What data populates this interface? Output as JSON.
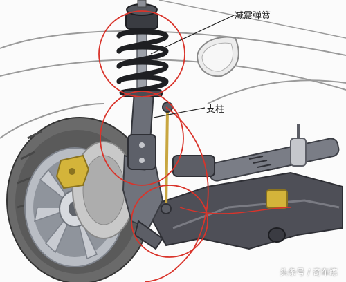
{
  "labels": {
    "spring_damper": "减震弹簧",
    "strut": "支柱"
  },
  "watermark": "头条号 / 奇车练",
  "colors": {
    "highlight": "#d9342b",
    "callout_line": "#222222",
    "body_outline": "#9a9a9a",
    "tire": "#6a6a6a",
    "rim": "#b9bdc4",
    "disc": "#c9c9c9",
    "caliper": "#d4b43a",
    "strut_metal": "#6c6f78",
    "subframe": "#4e4f57"
  }
}
